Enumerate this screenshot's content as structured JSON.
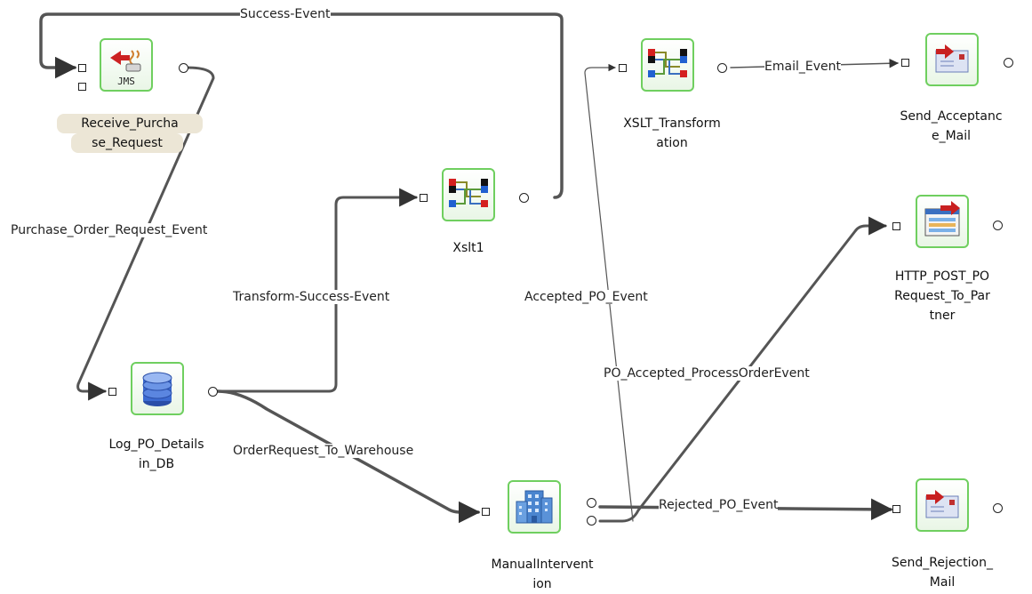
{
  "nodes": {
    "receive": {
      "label_1": "Receive_Purcha",
      "label_2": "se_Request",
      "icon": "jms-receive-icon",
      "icon_text": "JMS"
    },
    "log": {
      "label_1": "Log_PO_Details",
      "label_2": "in_DB",
      "icon": "database-icon"
    },
    "xslt1": {
      "label_1": "Xslt1",
      "icon": "xslt-icon"
    },
    "xslt_transformation": {
      "label_1": "XSLT_Transform",
      "label_2": "ation",
      "icon": "xslt-icon"
    },
    "send_acceptance": {
      "label_1": "Send_Acceptanc",
      "label_2": "e_Mail",
      "icon": "email-icon"
    },
    "http_post": {
      "label_1": "HTTP_POST_PO",
      "label_2": "Request_To_Par",
      "label_3": "tner",
      "icon": "http-post-icon"
    },
    "manual": {
      "label_1": "ManualIntervent",
      "label_2": "ion",
      "icon": "building-icon"
    },
    "send_rejection": {
      "label_1": "Send_Rejection_",
      "label_2": "Mail",
      "icon": "email-icon"
    }
  },
  "edges": {
    "success_event": "Success-Event",
    "purchase_order_request_event": "Purchase_Order_Request_Event",
    "transform_success_event": "Transform-Success-Event",
    "order_request_to_warehouse": "OrderRequest_To_Warehouse",
    "accepted_po_event": "Accepted_PO_Event",
    "po_accepted_process_order_event": "PO_Accepted_ProcessOrderEvent",
    "rejected_po_event": "Rejected_PO_Event",
    "email_event": "Email_Event"
  },
  "colors": {
    "node_border": "#6fcf5f",
    "edge": "#444444",
    "selection_bg": "#ece6d6"
  }
}
